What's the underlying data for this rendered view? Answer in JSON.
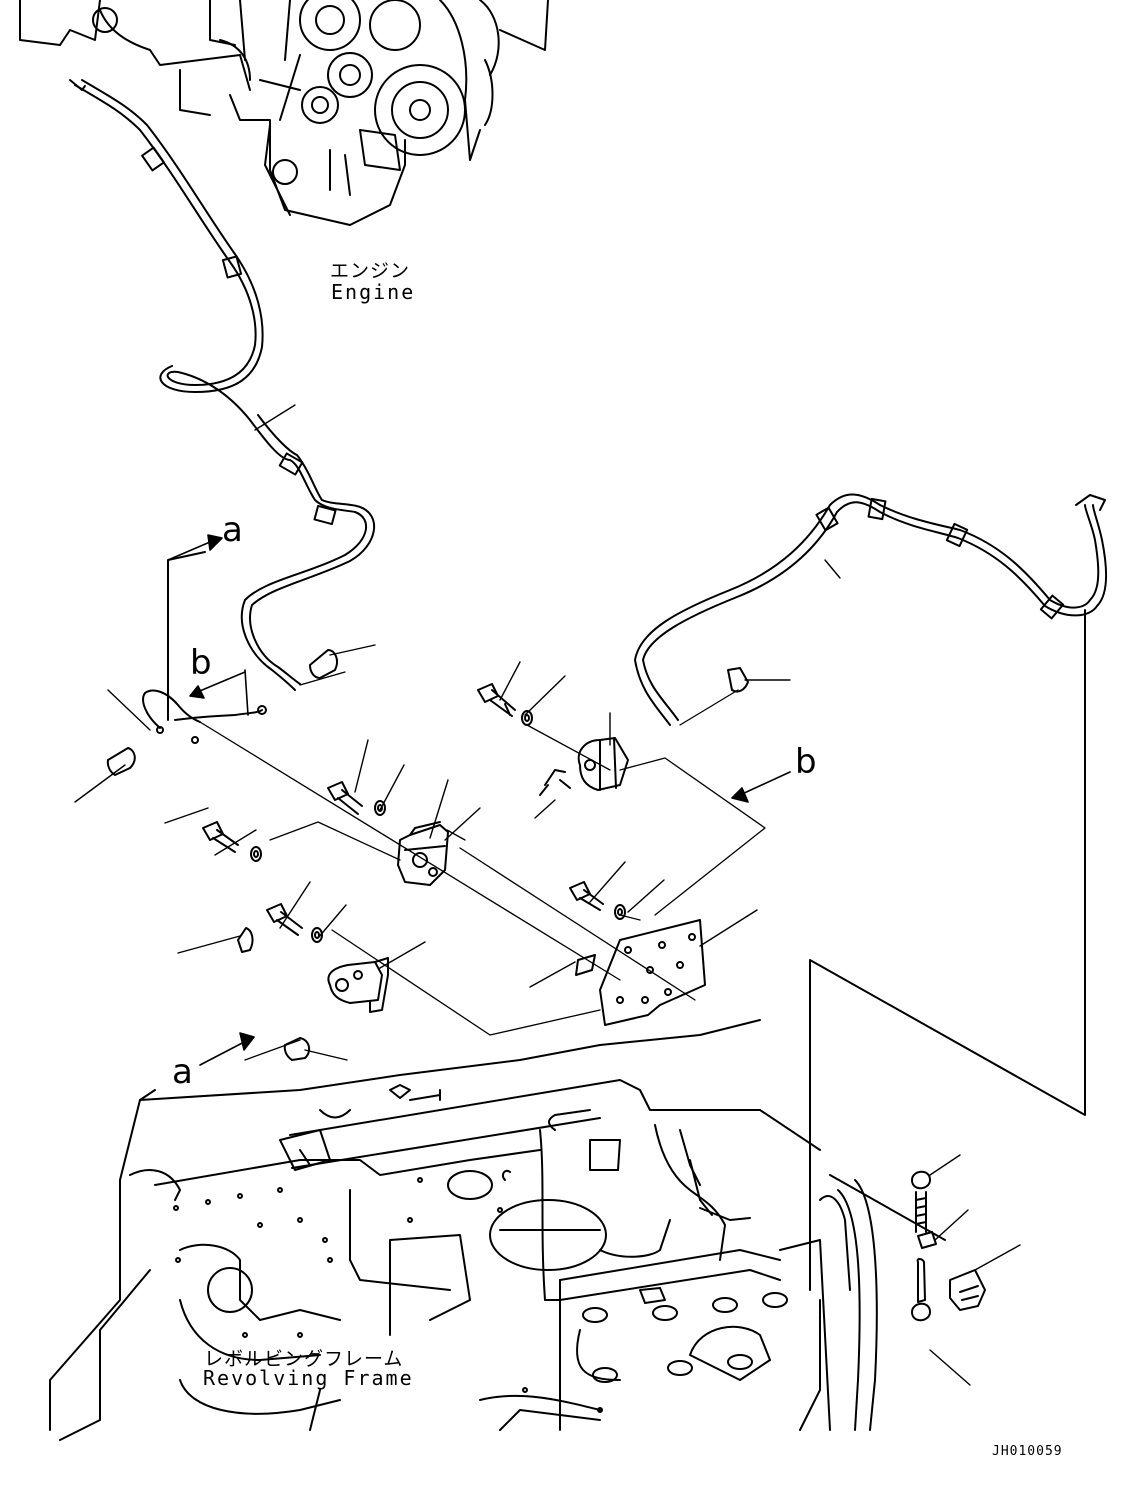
{
  "labels": {
    "engine_jp": "エンジン",
    "engine_en": "Engine",
    "frame_jp": "レボルビングフレーム",
    "frame_en": "Revolving Frame"
  },
  "callouts": {
    "a_top": "a",
    "a_bottom": "a",
    "b_left": "b",
    "b_right": "b"
  },
  "drawing_code": "JH010059",
  "colors": {
    "ink": "#000000",
    "paper": "#ffffff"
  }
}
